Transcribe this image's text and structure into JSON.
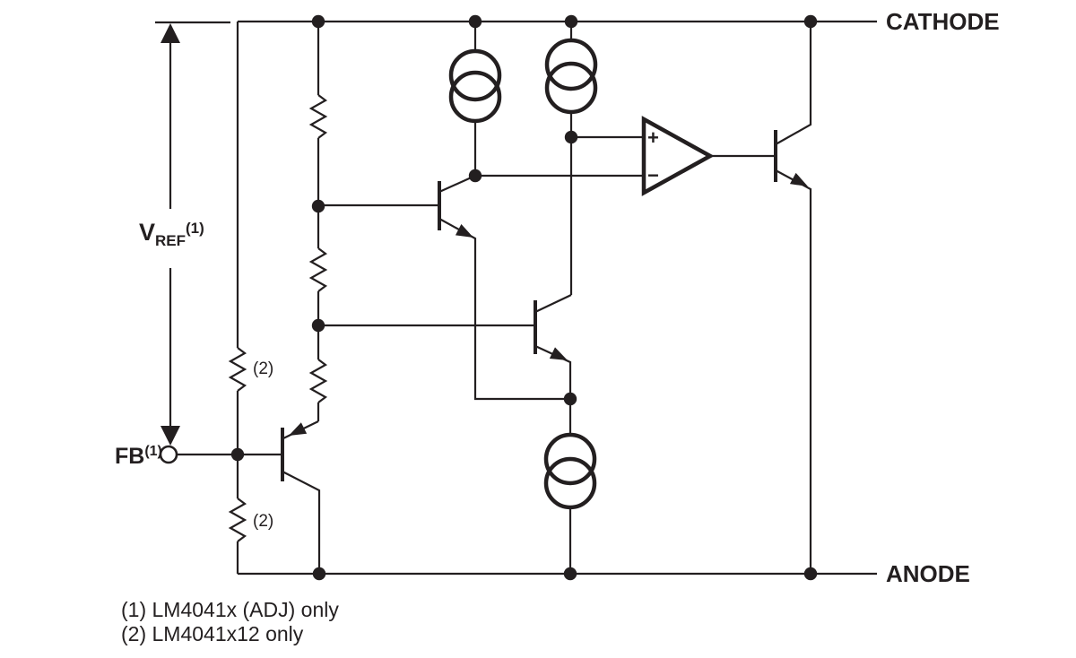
{
  "figure": {
    "background": "#ffffff",
    "ink": "#231f20"
  },
  "terminals": {
    "cathode": "CATHODE",
    "anode": "ANODE",
    "feedback": {
      "label": "FB",
      "superscript": "(1)"
    }
  },
  "vref_annotation": {
    "symbol": "V",
    "subscript": "REF",
    "superscript": "(1)"
  },
  "opamp": {
    "noninverting": "+",
    "inverting": "−"
  },
  "resistor_notes": {
    "upper": "(2)",
    "lower": "(2)"
  },
  "footnotes": [
    "(1) LM4041x (ADJ) only",
    "(2) LM4041x12 only"
  ]
}
